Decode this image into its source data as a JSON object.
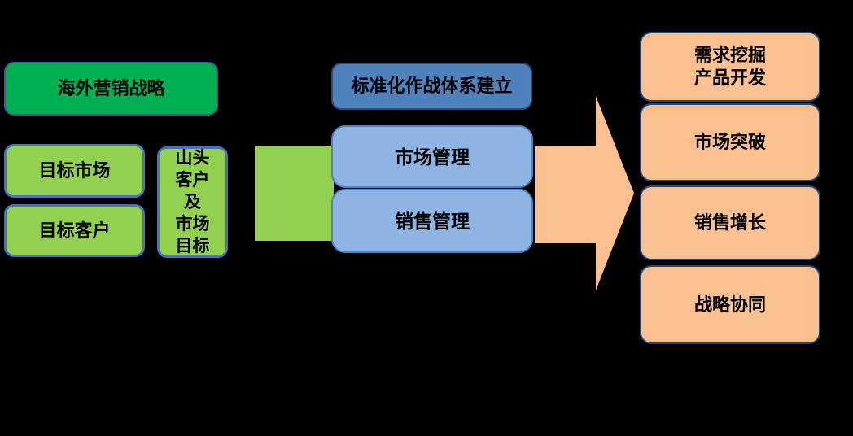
{
  "diagram": {
    "title": "overseas-marketing-strategy-flow",
    "left": {
      "strategy": "海外营销战略",
      "target_market": "目标市场",
      "target_customer": "目标客户",
      "hilltop": "山头\n客户\n及\n市场\n目标"
    },
    "middle": {
      "system": "标准化作战体系建立",
      "market_mgmt": "市场管理",
      "sales_mgmt": "销售管理"
    },
    "right": {
      "outcomes": [
        "需求挖掘\n产品开发",
        "市场突破",
        "销售增长",
        "战略协同"
      ]
    },
    "colors": {
      "background": "#000000",
      "dark_green_fill": "#00B050",
      "light_green_fill": "#92D050",
      "dark_blue_fill": "#4F81BD",
      "light_blue_fill": "#8DB4E2",
      "orange_fill": "#FAC090",
      "navy_border": "#1F497D",
      "blue_border": "#4472C4",
      "text": "#000000"
    }
  }
}
